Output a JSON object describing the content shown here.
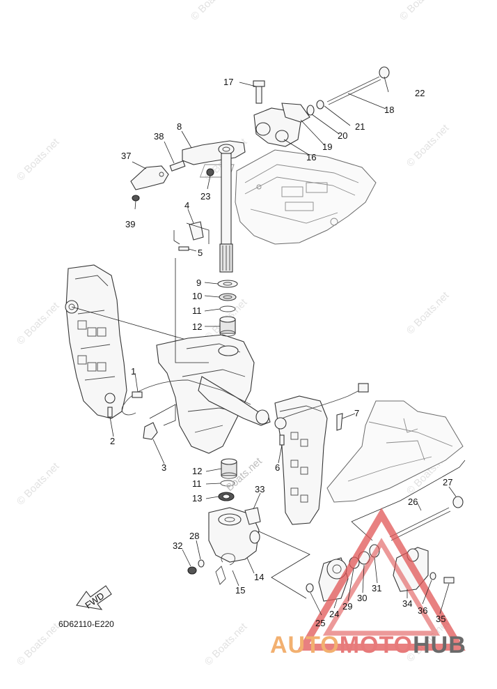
{
  "diagram": {
    "catalog_code": "6D62110-E220",
    "fwd_label": "FWD",
    "watermark_text": "© Boats.net",
    "inline_watermark_text": "Boats.net",
    "logo": {
      "part1": "AUTO",
      "part2": "MOTO",
      "part3": "HUB",
      "colors": {
        "auto": "#f2b070",
        "moto": "#e77a7a",
        "hub": "#6a6a6a",
        "triangle": "#e05555"
      }
    },
    "callouts": {
      "c1": "1",
      "c2": "2",
      "c3": "3",
      "c4": "4",
      "c5": "5",
      "c6": "6",
      "c7": "7",
      "c8": "8",
      "c9": "9",
      "c10": "10",
      "c11a": "11",
      "c12a": "12",
      "c11b": "11",
      "c12b": "12",
      "c13": "13",
      "c14": "14",
      "c15": "15",
      "c16": "16",
      "c17": "17",
      "c18": "18",
      "c19": "19",
      "c20": "20",
      "c21": "21",
      "c22": "22",
      "c23": "23",
      "c24": "24",
      "c25": "25",
      "c26": "26",
      "c27": "27",
      "c28": "28",
      "c29": "29",
      "c30": "30",
      "c31": "31",
      "c32": "32",
      "c33": "33",
      "c34": "34",
      "c35": "35",
      "c36": "36",
      "c37": "37",
      "c38": "38",
      "c39": "39"
    }
  }
}
